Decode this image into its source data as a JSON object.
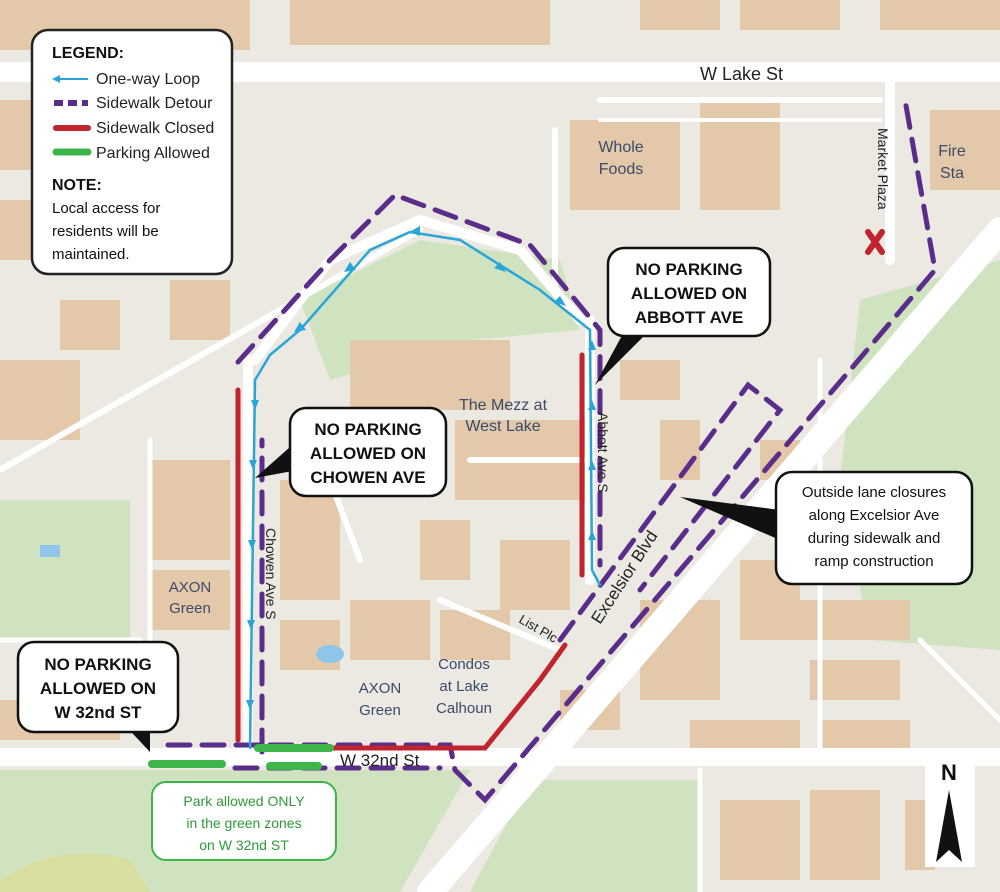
{
  "legend": {
    "title": "LEGEND:",
    "items": [
      {
        "label": "One-way Loop",
        "color": "#2aa5d8"
      },
      {
        "label": "Sidewalk Detour",
        "color": "#5b2d8a"
      },
      {
        "label": "Sidewalk Closed",
        "color": "#c0242e"
      },
      {
        "label": "Parking Allowed",
        "color": "#3db54a"
      }
    ],
    "note_title": "NOTE:",
    "note_lines": [
      "Local access for",
      "residents will be",
      "maintained."
    ]
  },
  "streets": {
    "lake": "W Lake St",
    "market": "Market Plaza",
    "abbott": "Abbott Ave S",
    "chowen": "Chowen Ave S",
    "excelsior": "Excelsior Blvd",
    "list_plc": "List Plc",
    "w32": "W 32nd St"
  },
  "places": {
    "whole_foods": [
      "Whole",
      "Foods"
    ],
    "fire_sta": [
      "Fire",
      "Sta"
    ],
    "mezz": [
      "The Mezz at",
      "West Lake"
    ],
    "axon_green_1": [
      "AXON",
      "Green"
    ],
    "axon_green_2": [
      "AXON",
      "Green"
    ],
    "condos": [
      "Condos",
      "at Lake",
      "Calhoun"
    ]
  },
  "callouts": {
    "abbott": [
      "NO PARKING",
      "ALLOWED  ON",
      "ABBOTT AVE"
    ],
    "chowen": [
      "NO PARKING",
      "ALLOWED  ON",
      "CHOWEN AVE"
    ],
    "w32": [
      "NO PARKING",
      "ALLOWED  ON",
      "W 32nd ST"
    ],
    "lane": [
      "Outside lane closures",
      "along Excelsior Ave",
      "during sidewalk and",
      "ramp construction"
    ],
    "park_green": [
      "Park allowed ONLY",
      "in the green zones",
      "on W 32nd ST"
    ]
  },
  "north": "N",
  "colors": {
    "map_bg": "#ece9e2",
    "building": "#e3c9a9",
    "park": "#cfe3c0",
    "road": "#ffffff",
    "loop": "#2aa5d8",
    "detour": "#5b2d8a",
    "closed": "#c0242e",
    "parking": "#3db54a"
  }
}
